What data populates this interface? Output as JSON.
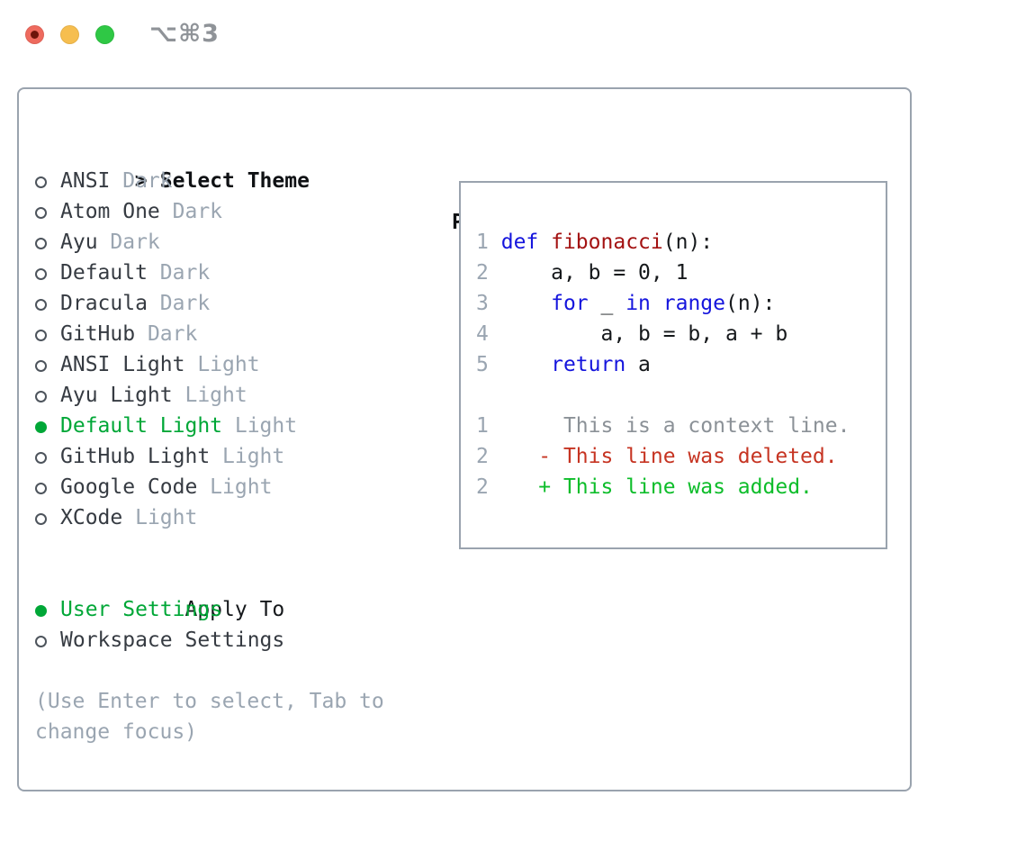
{
  "window": {
    "title_shortcut": "⌥⌘3",
    "traffic_lights": [
      {
        "icon": "close-button-icon",
        "color": "#ee6a5e"
      },
      {
        "icon": "minimize-button-icon",
        "color": "#f6be4f"
      },
      {
        "icon": "zoom-button-icon",
        "color": "#2fc845"
      }
    ]
  },
  "colors": {
    "selected_green": "#00a737",
    "added_green": "#0dbd2a",
    "deleted_red": "#c63422",
    "keyword_blue": "#1515dd",
    "function_red": "#a31212",
    "muted_gray": "#9aa5b1",
    "panel_border": "#9aa3ae"
  },
  "icons": {
    "unselected": "radio-circle-outline-icon",
    "selected": "radio-circle-filled-icon",
    "prompt": "chevron-prompt-icon"
  },
  "theme_selector": {
    "prompt": ">",
    "header": "Select Theme",
    "items": [
      {
        "name": "ANSI",
        "variant": "Dark",
        "selected": false
      },
      {
        "name": "Atom One",
        "variant": "Dark",
        "selected": false
      },
      {
        "name": "Ayu",
        "variant": "Dark",
        "selected": false
      },
      {
        "name": "Default",
        "variant": "Dark",
        "selected": false
      },
      {
        "name": "Dracula",
        "variant": "Dark",
        "selected": false
      },
      {
        "name": "GitHub",
        "variant": "Dark",
        "selected": false
      },
      {
        "name": "ANSI Light",
        "variant": "Light",
        "selected": false
      },
      {
        "name": "Ayu Light",
        "variant": "Light",
        "selected": false
      },
      {
        "name": "Default Light",
        "variant": "Light",
        "selected": true
      },
      {
        "name": "GitHub Light",
        "variant": "Light",
        "selected": false
      },
      {
        "name": "Google Code",
        "variant": "Light",
        "selected": false
      },
      {
        "name": "XCode",
        "variant": "Light",
        "selected": false
      }
    ]
  },
  "apply_to": {
    "header": "Apply To",
    "options": [
      {
        "label": "User Settings",
        "selected": true
      },
      {
        "label": "Workspace Settings",
        "selected": false
      }
    ]
  },
  "hint": "(Use Enter to select, Tab to change focus)",
  "preview": {
    "title": "Preview",
    "lines": [
      [
        {
          "t": "1",
          "c": "n"
        },
        {
          "t": " ",
          "c": "t"
        },
        {
          "t": "def",
          "c": "k"
        },
        {
          "t": " fibonacci",
          "c": "f"
        },
        {
          "t": "(n):",
          "c": "t"
        }
      ],
      [
        {
          "t": "2",
          "c": "n"
        },
        {
          "t": "     a, b = 0, 1",
          "c": "t"
        }
      ],
      [
        {
          "t": "3",
          "c": "n"
        },
        {
          "t": "     ",
          "c": "t"
        },
        {
          "t": "for",
          "c": "k"
        },
        {
          "t": " _ ",
          "c": "t"
        },
        {
          "t": "in",
          "c": "k"
        },
        {
          "t": " ",
          "c": "t"
        },
        {
          "t": "range",
          "c": "k"
        },
        {
          "t": "(n):",
          "c": "t"
        }
      ],
      [
        {
          "t": "4",
          "c": "n"
        },
        {
          "t": "         a, b = b, a + b",
          "c": "t"
        }
      ],
      [
        {
          "t": "5",
          "c": "n"
        },
        {
          "t": "     ",
          "c": "t"
        },
        {
          "t": "return",
          "c": "k"
        },
        {
          "t": " a",
          "c": "t"
        }
      ],
      [],
      [
        {
          "t": "1",
          "c": "n"
        },
        {
          "t": "      This is a context line.",
          "c": "ctx"
        }
      ],
      [
        {
          "t": "2",
          "c": "n"
        },
        {
          "t": "    ",
          "c": "t"
        },
        {
          "t": "- This line was deleted.",
          "c": "del"
        }
      ],
      [
        {
          "t": "2",
          "c": "n"
        },
        {
          "t": "    ",
          "c": "t"
        },
        {
          "t": "+ This line was added.",
          "c": "add"
        }
      ]
    ]
  }
}
